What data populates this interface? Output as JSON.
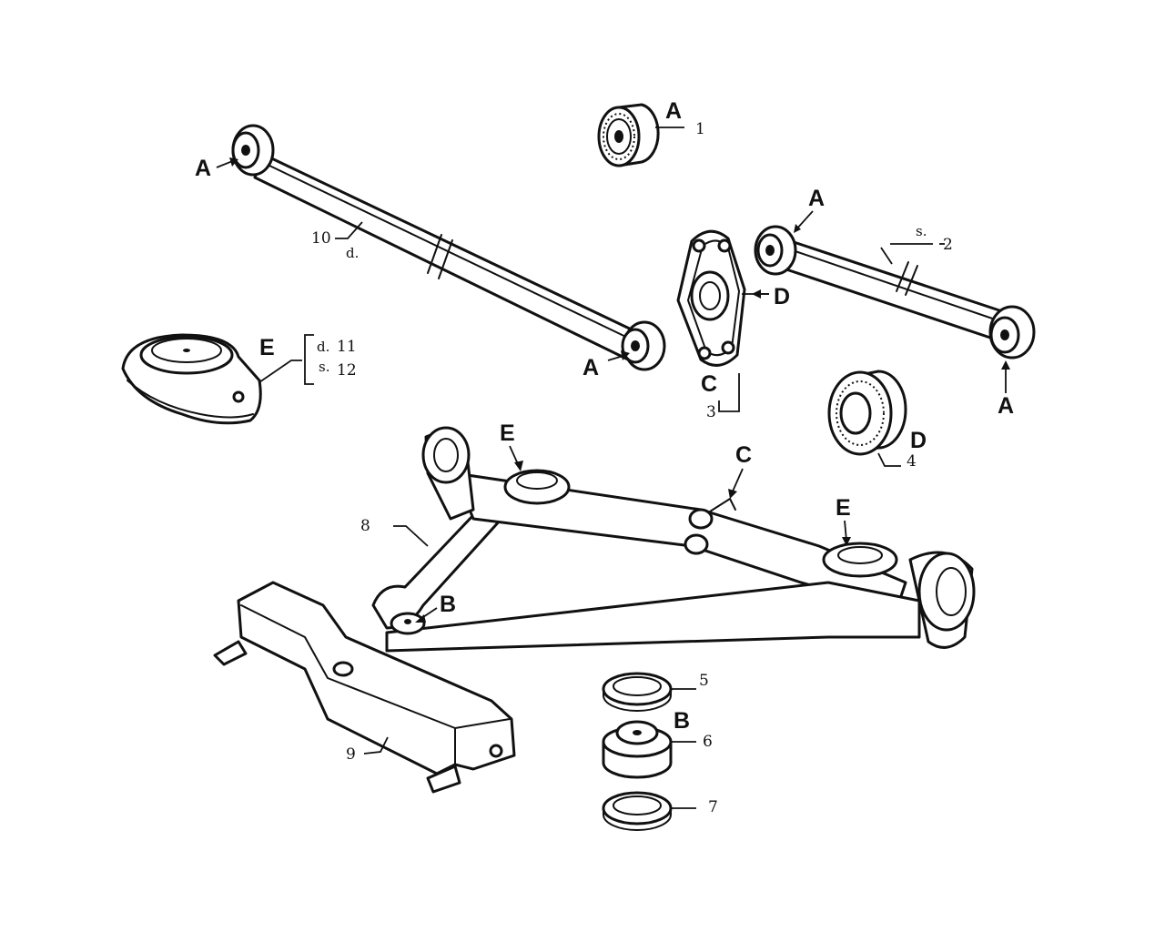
{
  "letters": {
    "A": "A",
    "B": "B",
    "C": "C",
    "D": "D",
    "E": "E"
  },
  "numbers": {
    "n1": "1",
    "n2": "2",
    "n3": "3",
    "n4": "4",
    "n5": "5",
    "n6": "6",
    "n7": "7",
    "n8": "8",
    "n9": "9",
    "n10": "10",
    "n11": "11",
    "n12": "12"
  },
  "sides": {
    "right": "d.",
    "left": "s."
  }
}
